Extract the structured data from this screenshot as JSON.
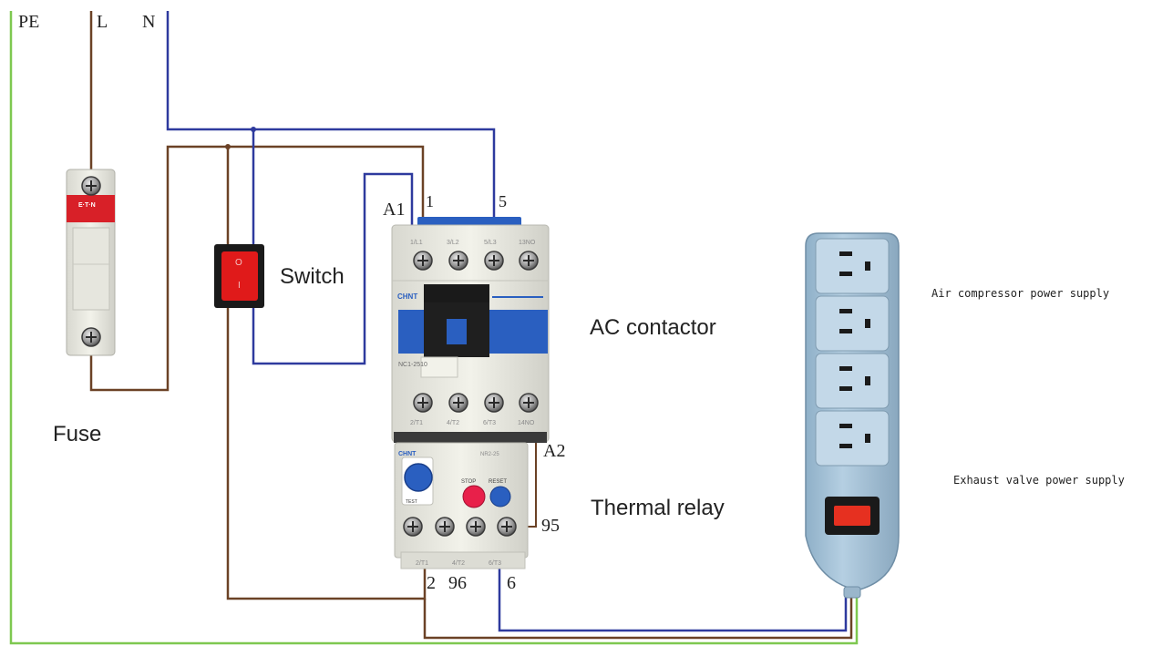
{
  "terminals": {
    "pe": "PE",
    "l": "L",
    "n": "N",
    "a1": "A1",
    "t1": "1",
    "t5": "5",
    "a2": "A2",
    "t95": "95",
    "t2": "2",
    "t96": "96",
    "t6": "6"
  },
  "labels": {
    "fuse": "Fuse",
    "switch": "Switch",
    "contactor": "AC contactor",
    "thermal_relay": "Thermal relay",
    "air_supply": "Air compressor power supply",
    "exhaust_supply": "Exhaust valve power supply"
  },
  "device_text": {
    "fuse_brand": "E·T·N",
    "contactor_brand": "CHNT",
    "contactor_model": "NC1-2510",
    "contactor_top_terminals": [
      "1/L1",
      "3/L2",
      "5/L3",
      "13NO"
    ],
    "contactor_bottom_terminals": [
      "2/T1",
      "4/T2",
      "6/T3",
      "14NO"
    ],
    "relay_brand": "CHNT",
    "relay_model": "NR2-25",
    "relay_stop": "STOP",
    "relay_reset": "RESET",
    "relay_test": "TEST",
    "relay_bottom": [
      "2/T1",
      "4/T2",
      "6/T3"
    ],
    "switch_on": "O",
    "switch_off": "I"
  },
  "colors": {
    "pe_wire": "#7ec850",
    "live_wire": "#6b4226",
    "neutral_wire": "#2e3a9e",
    "device_body": "#ecece4",
    "contactor_blue": "#2a5fc0",
    "switch_red": "#e01a1a",
    "strip_blue": "#a9c6dc"
  }
}
